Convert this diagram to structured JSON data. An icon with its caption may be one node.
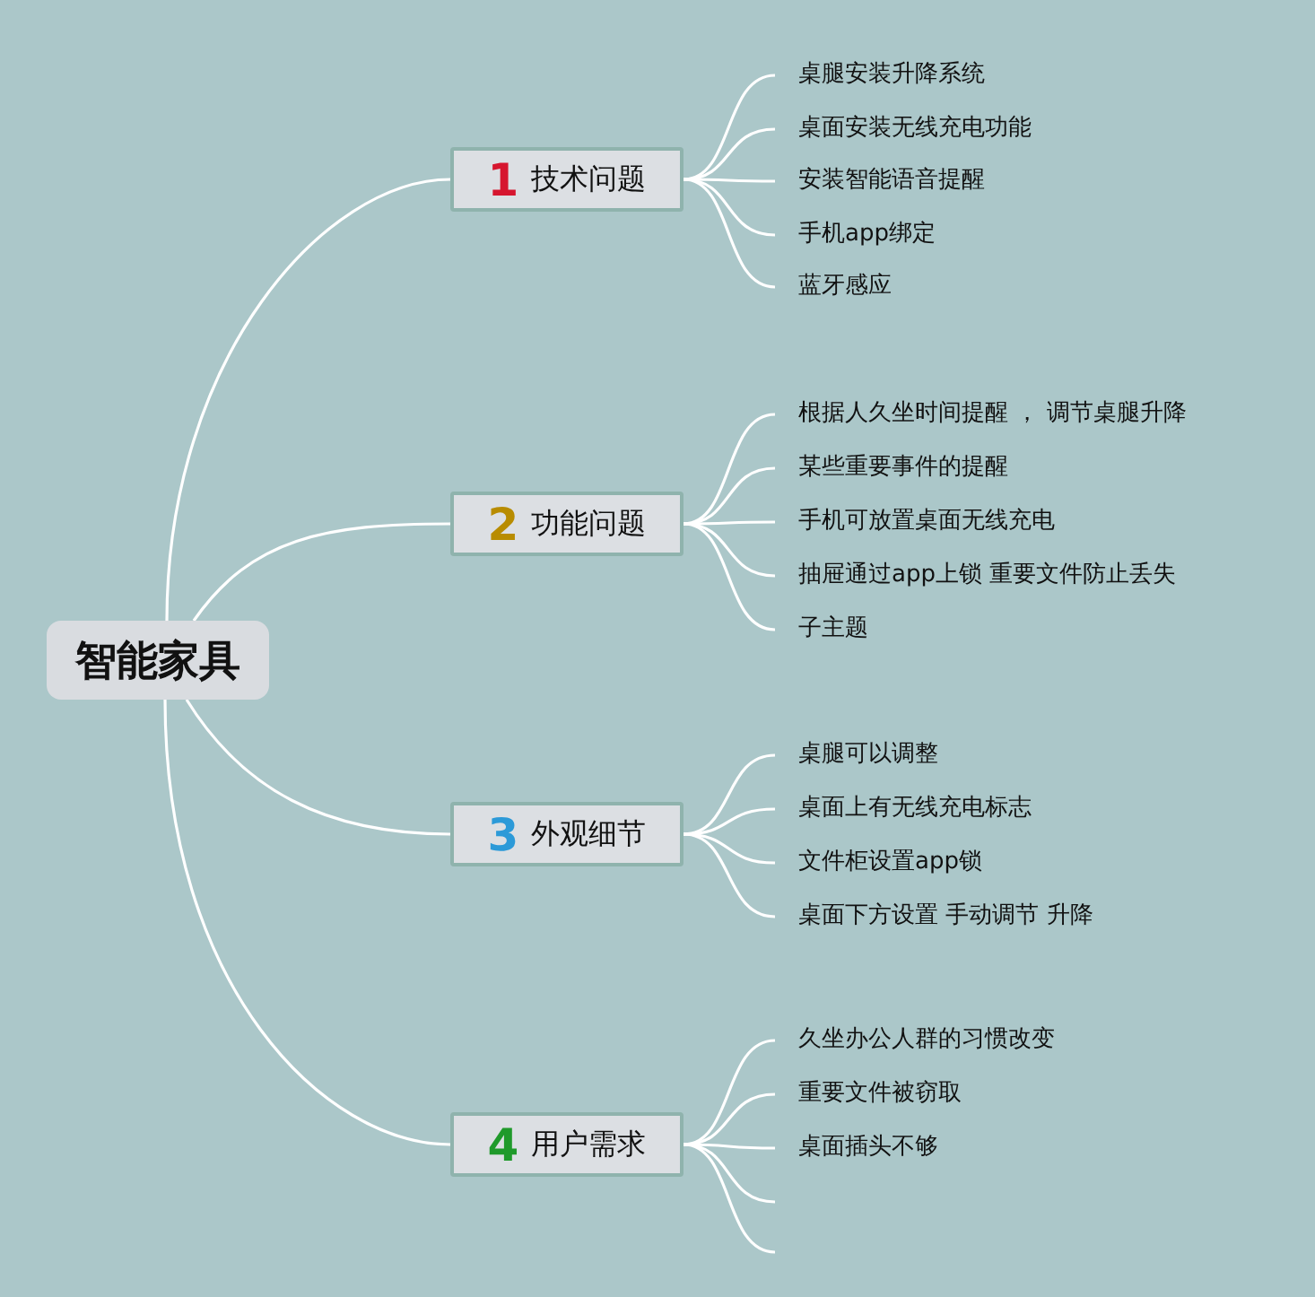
{
  "diagram": {
    "nodes": [
      {
        "text": [
          "智能家具"
        ]
      },
      {
        "text": [
          "1",
          "技术问题"
        ]
      },
      {
        "text": [
          "桌腿安装升降系统"
        ]
      },
      {
        "text": [
          "桌面安装无线充电功能"
        ]
      },
      {
        "text": [
          "安装智能语音提醒"
        ]
      },
      {
        "text": [
          "手机app绑定"
        ]
      },
      {
        "text": [
          "蓝牙感应"
        ]
      },
      {
        "text": [
          "2",
          "功能问题"
        ]
      },
      {
        "text": [
          "根据人久坐时间提醒 ， 调节桌腿升降"
        ]
      },
      {
        "text": [
          "某些重要事件的提醒"
        ]
      },
      {
        "text": [
          "手机可放置桌面无线充电"
        ]
      },
      {
        "text": [
          "抽屉通过app上锁 重要文件防止丢失"
        ]
      },
      {
        "text": [
          "子主题"
        ]
      },
      {
        "text": [
          "3",
          "外观细节"
        ]
      },
      {
        "text": [
          "桌腿可以调整"
        ]
      },
      {
        "text": [
          "桌面上有无线充电标志"
        ]
      },
      {
        "text": [
          "文件柜设置app锁"
        ]
      },
      {
        "text": [
          "桌面下方设置 手动调节 升降"
        ]
      },
      {
        "text": [
          "4",
          "用户需求"
        ]
      },
      {
        "text": [
          "久坐办公人群的习惯改变"
        ]
      },
      {
        "text": [
          "重要文件被窃取"
        ]
      },
      {
        "text": [
          "桌面插头不够"
        ]
      }
    ],
    "edges": [
      {
        "from": 0,
        "to": 1,
        "arrow": "none"
      },
      {
        "from": 0,
        "to": 7,
        "arrow": "none"
      },
      {
        "from": 0,
        "to": 13,
        "arrow": "none"
      },
      {
        "from": 0,
        "to": 18,
        "arrow": "none"
      },
      {
        "from": 1,
        "to": 2,
        "arrow": "none"
      },
      {
        "from": 1,
        "to": 3,
        "arrow": "none"
      },
      {
        "from": 1,
        "to": 4,
        "arrow": "none"
      },
      {
        "from": 1,
        "to": 5,
        "arrow": "none"
      },
      {
        "from": 1,
        "to": 6,
        "arrow": "none"
      },
      {
        "from": 7,
        "to": 8,
        "arrow": "none"
      },
      {
        "from": 7,
        "to": 9,
        "arrow": "none"
      },
      {
        "from": 7,
        "to": 10,
        "arrow": "none"
      },
      {
        "from": 7,
        "to": 11,
        "arrow": "none"
      },
      {
        "from": 7,
        "to": 12,
        "arrow": "none"
      },
      {
        "from": 13,
        "to": 14,
        "arrow": "none"
      },
      {
        "from": 13,
        "to": 15,
        "arrow": "none"
      },
      {
        "from": 13,
        "to": 16,
        "arrow": "none"
      },
      {
        "from": 13,
        "to": 17,
        "arrow": "none"
      },
      {
        "from": 18,
        "to": 19,
        "arrow": "none"
      },
      {
        "from": 18,
        "to": 20,
        "arrow": "none"
      },
      {
        "from": 18,
        "to": 21,
        "arrow": "none"
      },
      {
        "from": 18,
        "to": null,
        "arrow": "none"
      },
      {
        "from": 18,
        "to": null,
        "arrow": "none"
      }
    ]
  }
}
